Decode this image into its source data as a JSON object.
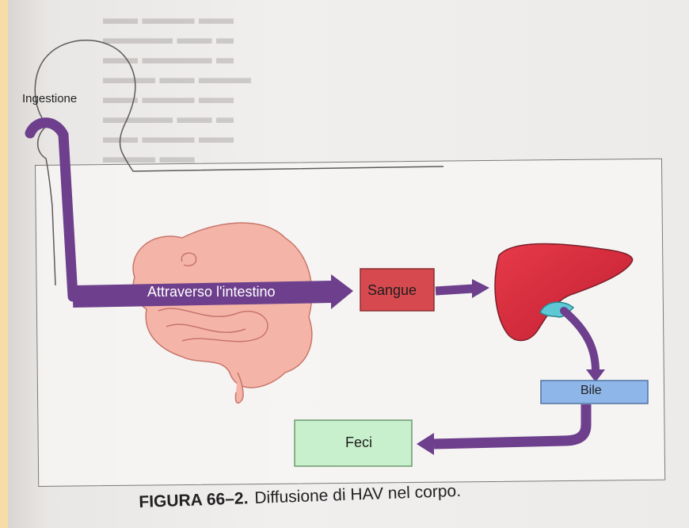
{
  "diagram": {
    "labels": {
      "ingestion": "Ingestione",
      "intestine": "Attraverso l'intestino",
      "blood": "Sangue",
      "bile": "Bile",
      "feces": "Feci"
    },
    "colors": {
      "arrow": "#6d3f8c",
      "blood_box": "#d64a4f",
      "bile_box": "#8fb6e8",
      "feces_box": "#c9f0cc",
      "liver": "#d42f3e",
      "intestine": "#f4b5a8"
    }
  },
  "caption": {
    "label": "FIGURA 66–2.",
    "text": "Diffusione di HAV nel corpo."
  }
}
